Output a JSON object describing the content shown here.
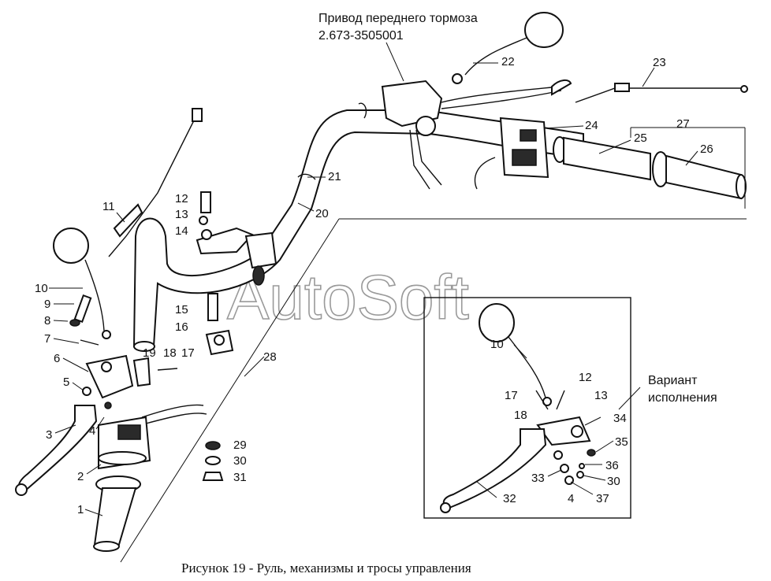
{
  "title": {
    "brake_line1": "Привод переднего тормоза",
    "brake_line2": "2.673-3505001"
  },
  "variant": {
    "line1": "Вариант",
    "line2": "исполнения"
  },
  "watermark": "AutoSoft",
  "caption": "Рисунок 19 - Руль, механизмы и тросы управления",
  "callouts": [
    "1",
    "2",
    "3",
    "4",
    "5",
    "6",
    "7",
    "8",
    "9",
    "10",
    "11",
    "12",
    "13",
    "14",
    "15",
    "16",
    "17",
    "18",
    "19",
    "20",
    "21",
    "22",
    "23",
    "24",
    "25",
    "26",
    "27",
    "28",
    "29",
    "30",
    "31",
    "10",
    "12",
    "17",
    "13",
    "18",
    "34",
    "35",
    "36",
    "33",
    "30",
    "32",
    "4",
    "37"
  ]
}
